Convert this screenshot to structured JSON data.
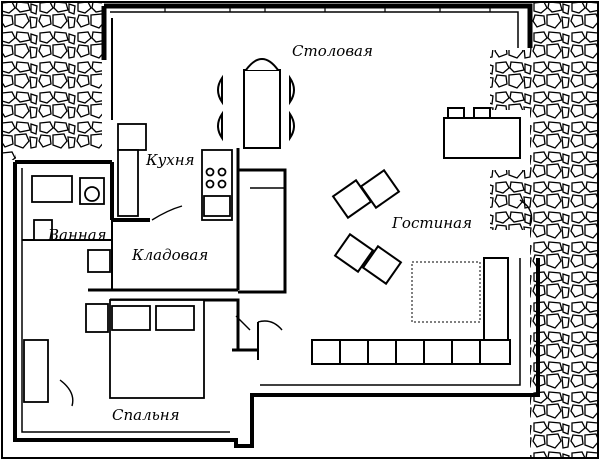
{
  "rooms": {
    "dining": "Столовая",
    "kitchen": "Кухня",
    "living": "Гостиная",
    "bath": "Ванная",
    "pantry": "Кладовая",
    "bedroom": "Спальня"
  }
}
